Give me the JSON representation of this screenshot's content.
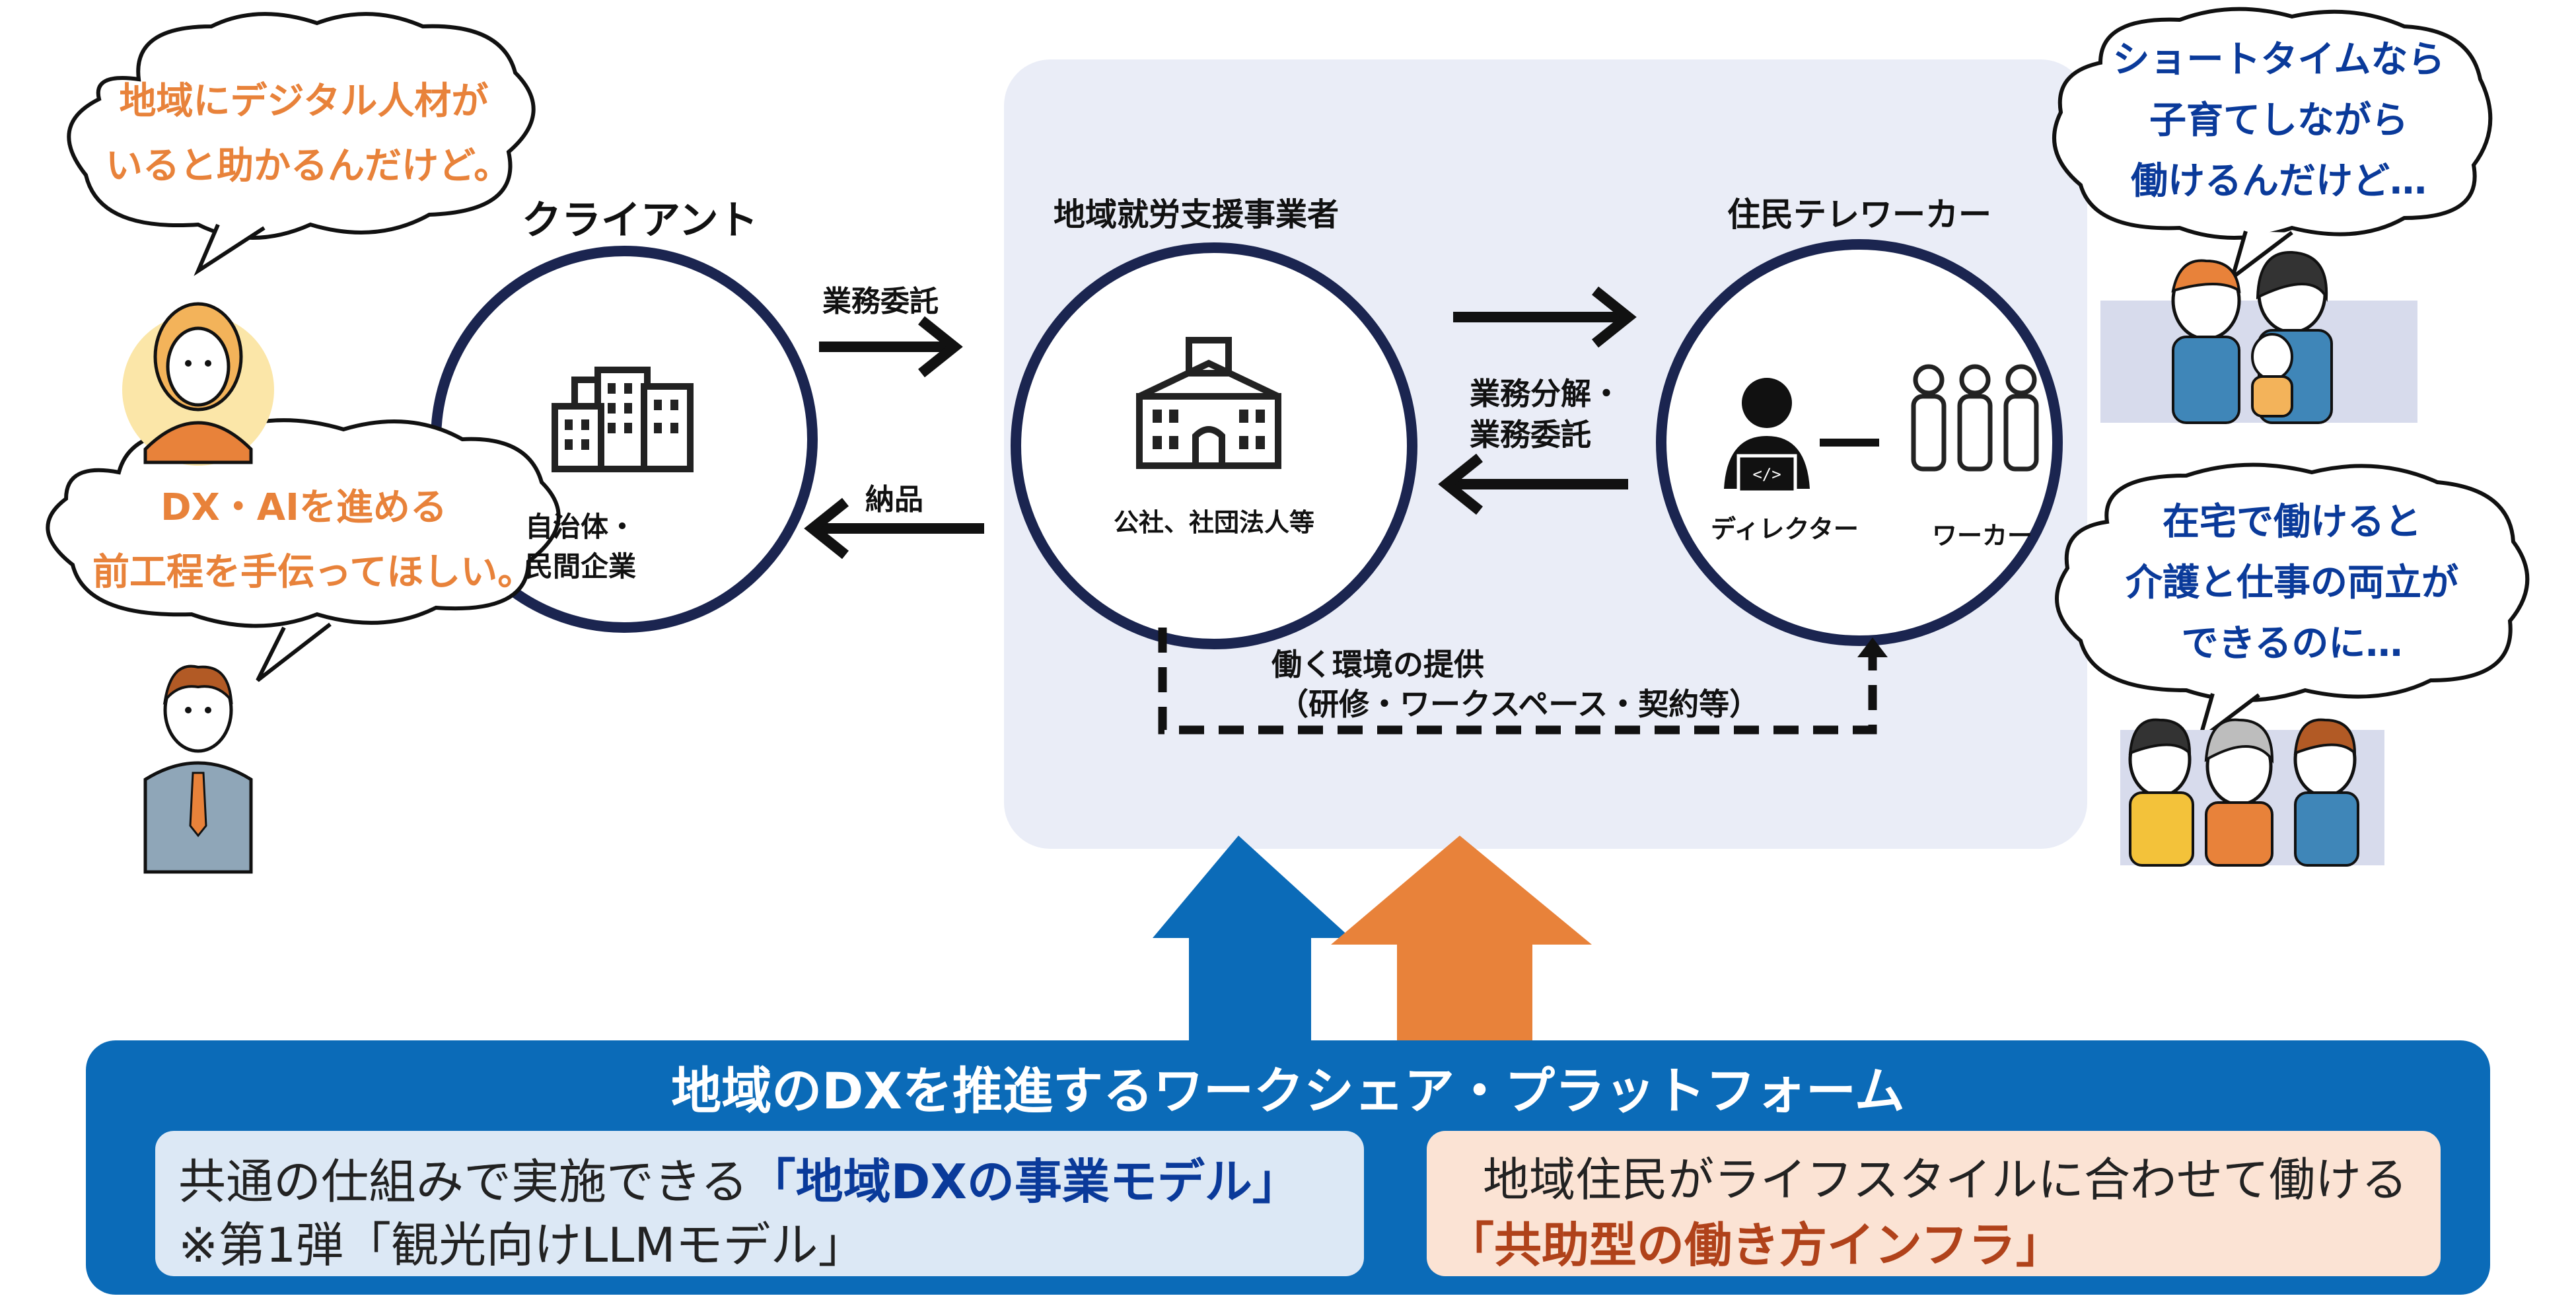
{
  "bubbles": {
    "client_top": {
      "line1": "地域にデジタル人材が",
      "line2": "いると助かるんだけど。"
    },
    "client_bottom": {
      "line1": "DX・AIを進める",
      "line2": "前工程を手伝ってほしい。"
    },
    "worker_top": {
      "line1": "ショートタイムなら",
      "line2": "子育てしながら",
      "line3": "働けるんだけど…"
    },
    "worker_bottom": {
      "line1": "在宅で働けると",
      "line2": "介護と仕事の両立が",
      "line3": "できるのに…"
    }
  },
  "client": {
    "title": "クライアント",
    "label_line1": "自治体・",
    "label_line2": "民間企業"
  },
  "arrows": {
    "commission": "業務委託",
    "delivery": "納品",
    "split_line1": "業務分解・",
    "split_line2": "業務委託",
    "env_line1": "働く環境の提供",
    "env_line2": "（研修・ワークスペース・契約等）"
  },
  "support": {
    "title": "地域就労支援事業者",
    "label": "公社、社団法人等"
  },
  "teleworker": {
    "title": "住民テレワーカー",
    "director": "ディレクター",
    "worker": "ワーカー"
  },
  "platform": {
    "title": "地域のDXを推進するワークシェア・プラットフォーム",
    "left_prefix": "共通の仕組みで実施できる",
    "left_highlight": "「地域DXの事業モデル」",
    "left_line2": "※第1弾「観光向けLLMモデル」",
    "right_line1": "地域住民がライフスタイルに合わせて働ける",
    "right_highlight": "「共助型の働き方インフラ」"
  },
  "colors": {
    "orange": "#E8823A",
    "blue_bar": "#0B6BB8",
    "navy_circle": "#1B2550",
    "panel_bg": "#EAEDF7",
    "highlight_blue": "#0A3A9A",
    "highlight_red": "#B0421A"
  }
}
